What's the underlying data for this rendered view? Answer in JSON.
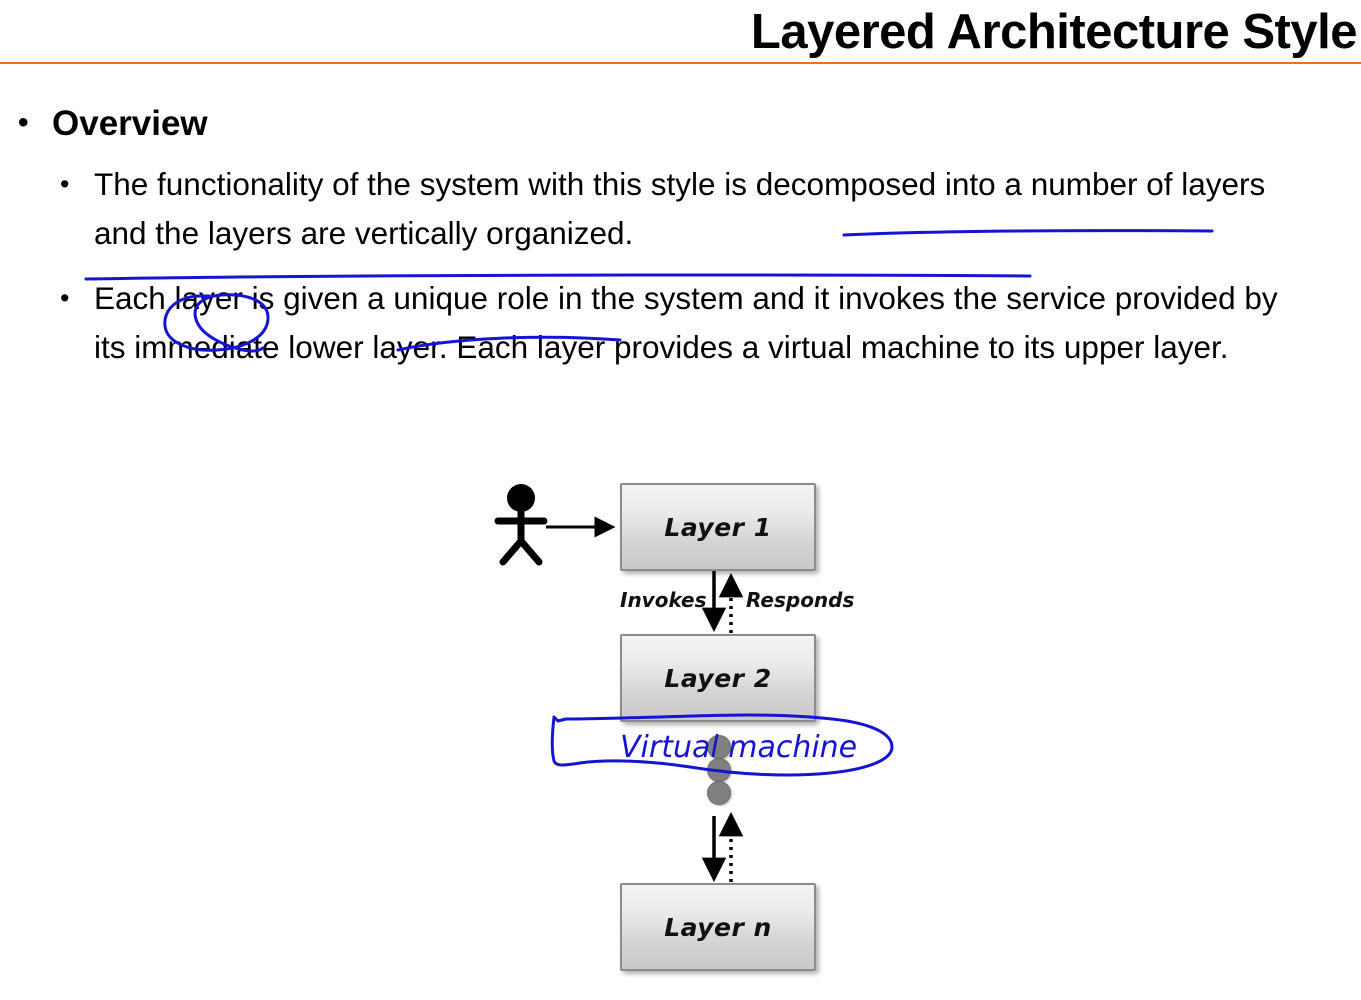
{
  "slide": {
    "title": "Layered Architecture Style",
    "rule_color": "#E3761B",
    "background": "#FFFFFF"
  },
  "content": {
    "bullet_glyph": "•",
    "level1": [
      {
        "label": "Overview",
        "children": [
          "The functionality of the system with this style is decomposed into a number of layers and the layers are vertically organized.",
          "Each layer is given a unique role in the system and it invokes the service provided by its immediate lower layer. Each layer provides a virtual machine to its upper layer."
        ]
      }
    ]
  },
  "annotations": {
    "ink_color": "#1414D2",
    "items": [
      {
        "name": "underline-is-decomposed-into-a",
        "kind": "underline",
        "target_text": "is decomposed into a"
      },
      {
        "name": "underline-number-of-layers-vertically-organized",
        "kind": "underline",
        "target_text": "number of layers and the layers are vertically organized."
      },
      {
        "name": "circle-layer",
        "kind": "circle",
        "target_text": "layer"
      },
      {
        "name": "underline-a-unique-role",
        "kind": "underline",
        "target_text": "a unique role"
      },
      {
        "name": "ellipse-virtual-machine",
        "kind": "ellipse-with-text",
        "target_text": "Virtual machine"
      }
    ],
    "handwritten_note": "Virtual machine"
  },
  "diagram": {
    "type": "layered-architecture",
    "actor": {
      "name": "user-actor",
      "label": ""
    },
    "boxes": [
      {
        "id": "layer1",
        "label": "Layer 1"
      },
      {
        "id": "layer2",
        "label": "Layer 2"
      },
      {
        "id": "layern",
        "label": "Layer n"
      }
    ],
    "edges": [
      {
        "from": "actor",
        "to": "layer1",
        "style": "solid",
        "label": ""
      },
      {
        "from": "layer1",
        "to": "layer2",
        "style": "solid",
        "label": "Invokes"
      },
      {
        "from": "layer2",
        "to": "layer1",
        "style": "dotted",
        "label": "Responds"
      },
      {
        "from": "ellipsis",
        "to": "layern",
        "style": "solid",
        "label": ""
      },
      {
        "from": "layern",
        "to": "ellipsis",
        "style": "dotted",
        "label": ""
      }
    ],
    "ellipsis_dots": 3,
    "box_fill_top": "#F2F2F2",
    "box_fill_bottom": "#C9C9C9",
    "box_border": "#8C8C8C"
  }
}
